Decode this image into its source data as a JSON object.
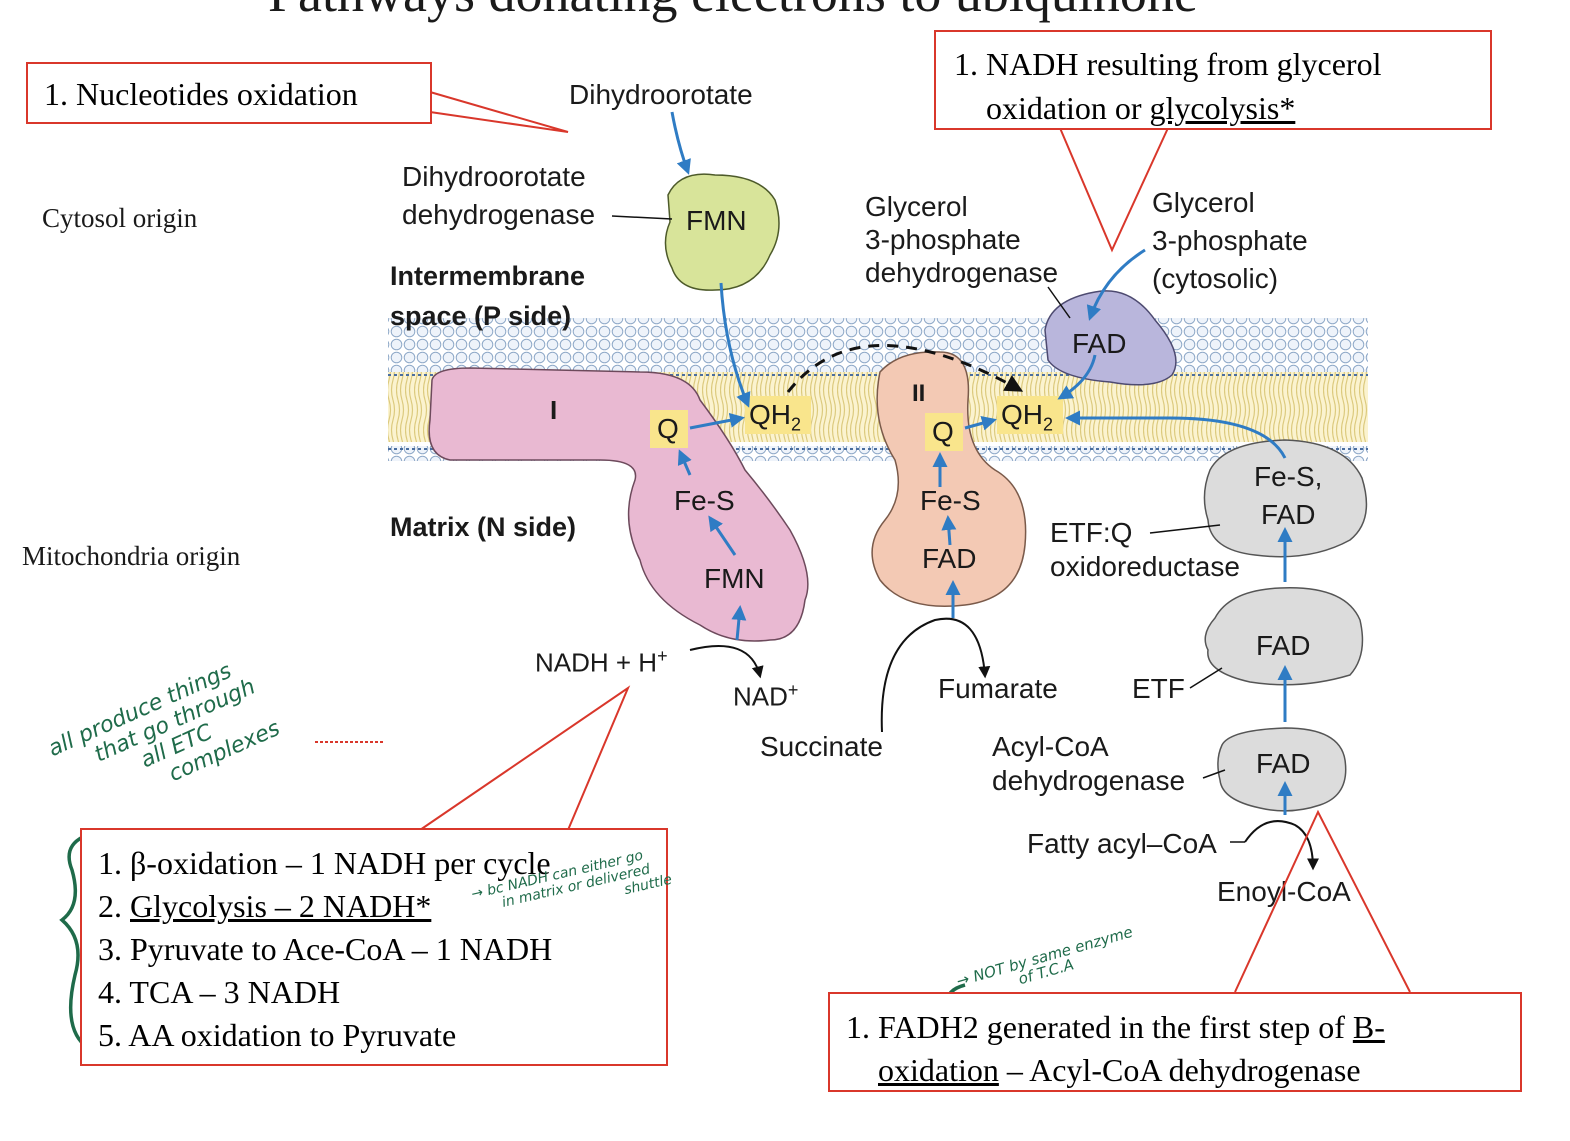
{
  "title": "Pathways donating electrons to ubiquinone",
  "side_labels": {
    "cytosol": "Cytosol origin",
    "mitochondria": "Mitochondria origin"
  },
  "region_labels": {
    "intermembrane_line1": "Intermembrane",
    "intermembrane_line2": "space (P side)",
    "matrix": "Matrix (N side)"
  },
  "callouts": {
    "nucleotides": {
      "num": "1.",
      "text": "Nucleotides oxidation"
    },
    "nadh_glycerol": {
      "num": "1.",
      "line1": "NADH resulting from glycerol",
      "line2_plain": "oxidation or ",
      "line2_underlined": "glycolysis*"
    },
    "nadh_list": [
      {
        "num": "1.",
        "text": "β-oxidation – 1 NADH per cycle"
      },
      {
        "num": "2.",
        "text": "Glycolysis – 2 NADH*"
      },
      {
        "num": "3.",
        "text": "Pyruvate to Ace-CoA – 1 NADH"
      },
      {
        "num": "4.",
        "text": "TCA – 3 NADH"
      },
      {
        "num": "5.",
        "text": "AA oxidation to Pyruvate"
      }
    ],
    "fadh2": {
      "num": "1.",
      "line1_plain": "FADH2 generated in the first step of ",
      "line1_end": "B-",
      "line2_underlined": "oxidation",
      "line2_plain": " – Acyl-CoA dehydrogenase"
    }
  },
  "diagram": {
    "dihydroorotate": "Dihydroorotate",
    "dhodh_line1": "Dihydroorotate",
    "dhodh_line2": "dehydrogenase",
    "fmn_top": "FMN",
    "g3pdh_line1": "Glycerol",
    "g3pdh_line2": "3-phosphate",
    "g3pdh_line3": "dehydrogenase",
    "g3p_line1": "Glycerol",
    "g3p_line2": "3-phosphate",
    "g3p_line3": "(cytosolic)",
    "fad_g3p": "FAD",
    "complex1": "I",
    "complex2": "II",
    "q": "Q",
    "qh2": "QH",
    "qh2_sub": "2",
    "fes": "Fe-S",
    "fmn": "FMN",
    "fad": "FAD",
    "nadh_h": "NADH + H",
    "plus": "+",
    "nad": "NAD",
    "succinate": "Succinate",
    "fumarate": "Fumarate",
    "etfq_cluster_line1": "Fe-S,",
    "etfq_cluster_line2": "FAD",
    "etfq_line1": "ETF:Q",
    "etfq_line2": "oxidoreductase",
    "etf": "ETF",
    "acyl_dh_line1": "Acyl-CoA",
    "acyl_dh_line2": "dehydrogenase",
    "fatty_acyl": "Fatty acyl–CoA",
    "enoyl": "Enoyl-CoA"
  },
  "handwriting": {
    "note1_line1": "all produce things",
    "note1_line2": "that go through",
    "note1_line3": "all ETC",
    "note1_line4": "complexes",
    "note2_line1": "→ bc NADH can either go",
    "note2_line2": "in matrix or delivered",
    "note2_line3": "shuttle",
    "note3_line1": "→ NOT by same enzyme",
    "note3_line2": "of T.C.A"
  },
  "colors": {
    "callout_border": "#d9372b",
    "arrow_blue": "#2f7cc4",
    "complex1_fill": "#e9b9d2",
    "complex2_fill": "#f3c9b4",
    "fmn_fill": "#d8e49a",
    "g3pdh_fill": "#b9b6dc",
    "etf_fill": "#dcdcdc",
    "q_fill": "#f9e58c",
    "handwriting": "#1f6b4a"
  }
}
